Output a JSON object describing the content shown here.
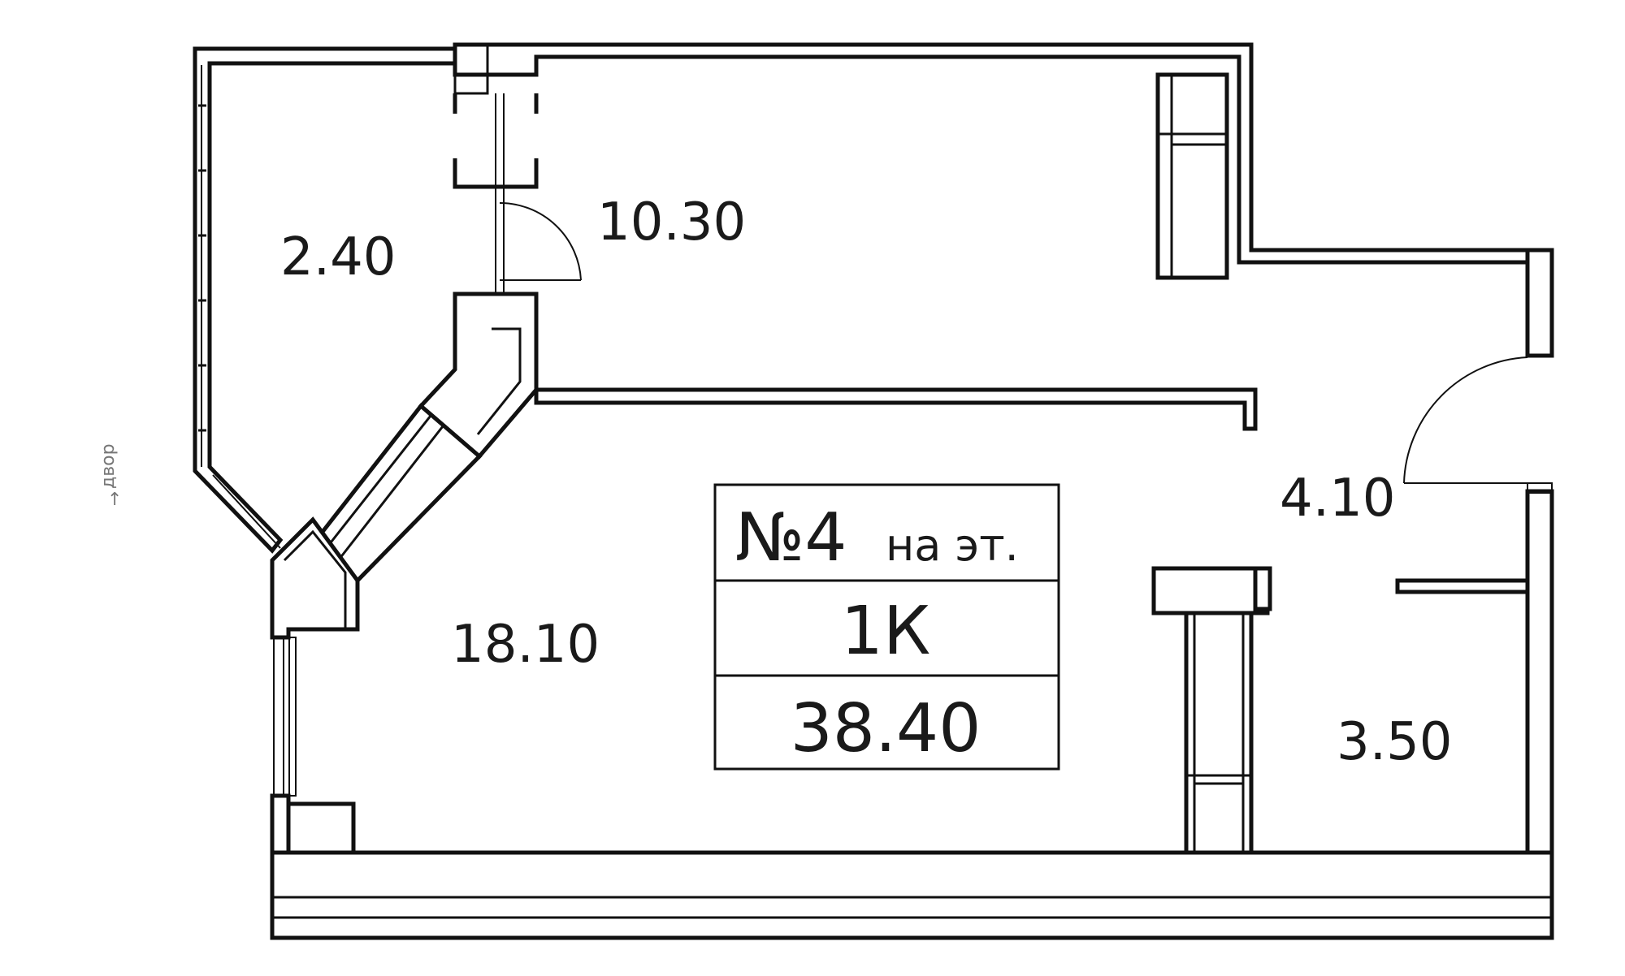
{
  "plan": {
    "rooms": [
      {
        "id": "loggia",
        "area": "2.40"
      },
      {
        "id": "kitchen",
        "area": "10.30"
      },
      {
        "id": "living",
        "area": "18.10"
      },
      {
        "id": "hall",
        "area": "4.10"
      },
      {
        "id": "bath",
        "area": "3.50"
      }
    ],
    "info": {
      "number": "№4",
      "floor_suffix": "на эт.",
      "type": "1К",
      "total_area": "38.40"
    },
    "orientation": {
      "arrow": "↑",
      "label": "двор"
    }
  },
  "colors": {
    "line": "#111111",
    "background": "#ffffff",
    "hint": "#777777"
  }
}
